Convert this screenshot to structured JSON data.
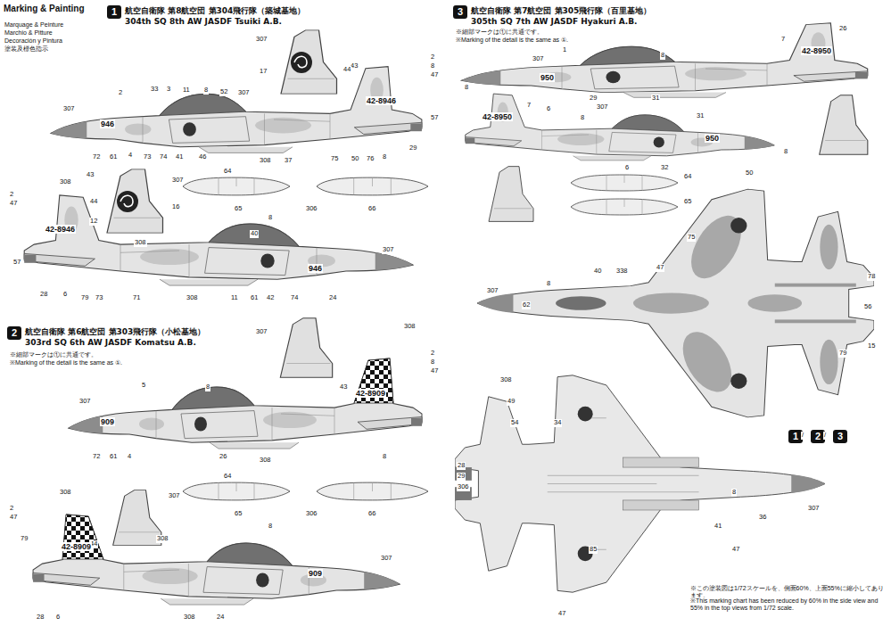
{
  "diagram": {
    "title": "Marking & Painting",
    "nodes": [
      {
        "text": [
          "1",
          "航空自衛隊 第8航空団 第304飛行隊（築城基地）",
          "304th SQ 8th AW JASDF Tsuiki A.B."
        ]
      },
      {
        "text": [
          "2",
          "航空自衛隊 第6航空団 第303飛行隊（小松基地）",
          "303rd SQ 6th AW JASDF Komatsu A.B."
        ]
      },
      {
        "text": [
          "3",
          "航空自衛隊 第7航空団 第305飛行隊（百里基地）",
          "305th SQ 7th AW JASDF Hyakuri A.B."
        ]
      },
      {
        "text": [
          "1"
        ]
      },
      {
        "text": [
          "2"
        ]
      },
      {
        "text": [
          "3"
        ]
      }
    ],
    "labels": [
      "Marquage & Peinture",
      "Marchio & Pitture",
      "Decoración y Pintura",
      "塗装及標色指示",
      "42-8946",
      "946",
      "307",
      "2",
      "33",
      "3",
      "11",
      "8",
      "52",
      "307",
      "72",
      "61",
      "4",
      "73",
      "74",
      "41",
      "46",
      "308",
      "37",
      "75",
      "50",
      "76",
      "8",
      "57",
      "29",
      "43",
      "2",
      "8",
      "47",
      "307",
      "17",
      "44",
      "308",
      "2",
      "47",
      "44",
      "12",
      "42-8946",
      "946",
      "57",
      "28",
      "6",
      "79",
      "73",
      "71",
      "308",
      "11",
      "61",
      "42",
      "74",
      "24",
      "307",
      "8",
      "40",
      "43",
      "307",
      "16",
      "308",
      "64",
      "65",
      "306",
      "66",
      "※細部マークは①に共通です。",
      "※Marking of the detail is the same as ①.",
      "307",
      "308",
      "2",
      "8",
      "47",
      "43",
      "909",
      "42-8909",
      "307",
      "5",
      "8",
      "72",
      "61",
      "4",
      "26",
      "308",
      "8",
      "64",
      "65",
      "306",
      "66",
      "308",
      "2",
      "47",
      "79",
      "44",
      "42-8909",
      "307",
      "308",
      "909",
      "307",
      "8",
      "28",
      "6",
      "308",
      "24",
      "※細部マークは①に共通です。",
      "※Marking of the detail is the same as ①.",
      "950",
      "42-8950",
      "1",
      "8",
      "307",
      "7",
      "26",
      "31",
      "29",
      "8",
      "42-8950",
      "950",
      "7",
      "6",
      "307",
      "8",
      "31",
      "32",
      "6",
      "8",
      "64",
      "65",
      "50",
      "307",
      "8",
      "62",
      "338",
      "47",
      "75",
      "78",
      "56",
      "15",
      "79",
      "40",
      "308",
      "28",
      "29",
      "306",
      "49",
      "54",
      "34",
      "8",
      "36",
      "41",
      "307",
      "85",
      "47",
      "47",
      "/",
      "/",
      "※この塗装図は1/72スケールを、側面60%、上面55%に縮小してあります。",
      "※This marking chart has been reduced by 60% in the side view and 55% in the top views from 1/72 scale."
    ]
  }
}
